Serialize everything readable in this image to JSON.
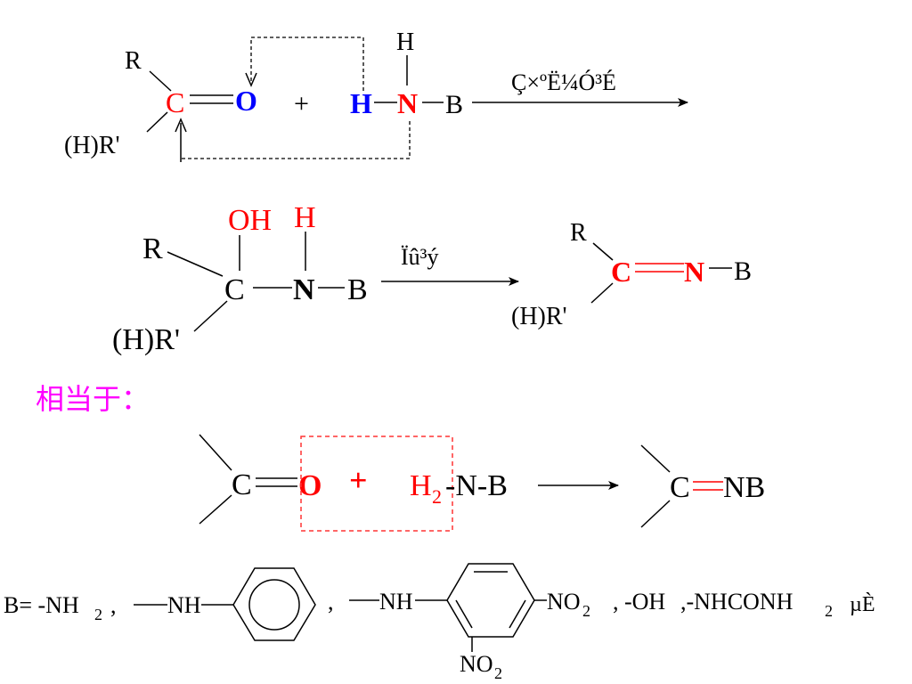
{
  "colors": {
    "black": "#000000",
    "red": "#ff0000",
    "blue": "#0000ff",
    "magenta": "#ff00ff",
    "dashed_red": "#ff3333"
  },
  "reaction1": {
    "R": "R",
    "HR": "(H)R'",
    "C": "C",
    "O": "O",
    "plus": "+",
    "H_top": "H",
    "H_blue": "H",
    "N": "N",
    "B": "B",
    "arrow_label": "Ç×ºË¼Ó³É"
  },
  "reaction2": {
    "OH": "OH",
    "H": "H",
    "R": "R",
    "C": "C",
    "N": "N",
    "B": "B",
    "HR": "(H)R'",
    "arrow_label": "Ïû³ý",
    "product": {
      "R": "R",
      "C": "C",
      "N": "N",
      "B": "B",
      "HR": "(H)R'"
    }
  },
  "equivalent_label": "相当于：",
  "reaction3": {
    "C": "C",
    "O": "O",
    "plus": "+",
    "H": "H",
    "sub2": "2",
    "rest": "-N-B",
    "product_C": "C",
    "product_NB": "NB"
  },
  "b_line": {
    "prefix": "B= -NH",
    "sub2a": "2",
    "comma1": ",",
    "nh1": "NH",
    "comma2": ",",
    "nh2": "NH",
    "no2_right": "NO",
    "no2_right_sub": "2",
    "oh": ", -OH",
    "nhconh": ",-NHCONH",
    "nhconh_sub": "2",
    "suffix": "µÈ",
    "no2_bottom": "NO",
    "no2_bottom_sub": "2"
  }
}
